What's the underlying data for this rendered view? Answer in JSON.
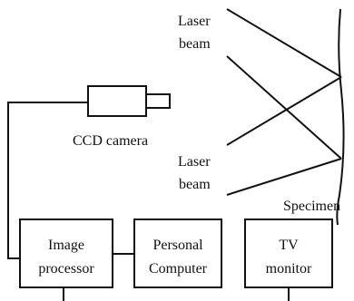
{
  "labels": {
    "laser_beam_top_1": "Laser",
    "laser_beam_top_2": "beam",
    "laser_beam_bottom_1": "Laser",
    "laser_beam_bottom_2": "beam",
    "ccd_camera": "CCD camera",
    "specimen": "Specimen"
  },
  "boxes": {
    "image_processor": {
      "line1": "Image",
      "line2": "processor"
    },
    "personal_computer": {
      "line1": "Personal",
      "line2": "Computer"
    },
    "tv_monitor": {
      "line1": "TV",
      "line2": "monitor"
    }
  }
}
